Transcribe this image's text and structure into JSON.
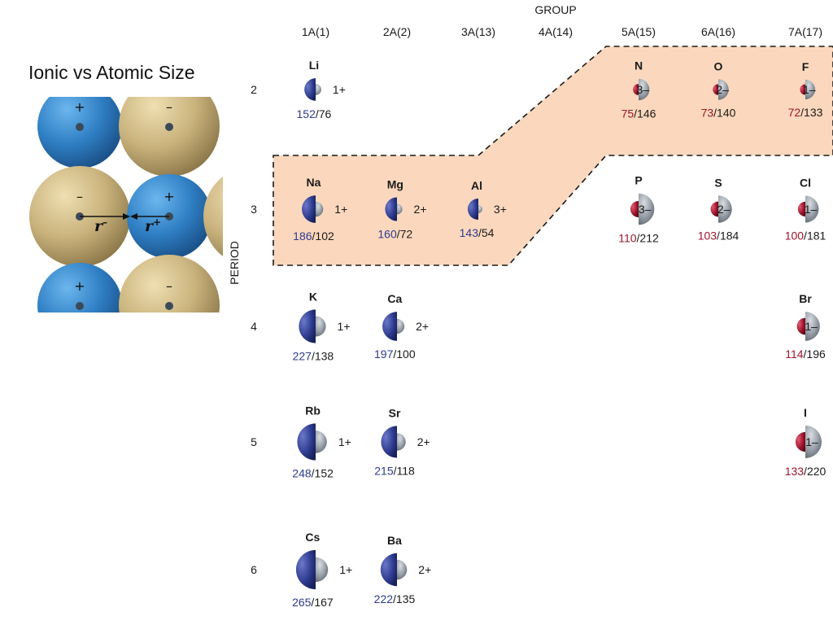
{
  "title": "Ionic vs Atomic Size",
  "figure": {
    "group_axis_title": "GROUP",
    "period_axis_title": "PERIOD",
    "groups": [
      "1A(1)",
      "2A(2)",
      "3A(13)",
      "4A(14)",
      "5A(15)",
      "6A(16)",
      "7A(17)"
    ],
    "periods": [
      "2",
      "3",
      "4",
      "5",
      "6"
    ],
    "elements": [
      {
        "symbol": "Li",
        "group": 1,
        "period": 2,
        "atomic": 152,
        "ionic": 76,
        "charge": "1+",
        "type": "cation"
      },
      {
        "symbol": "Na",
        "group": 1,
        "period": 3,
        "atomic": 186,
        "ionic": 102,
        "charge": "1+",
        "type": "cation"
      },
      {
        "symbol": "K",
        "group": 1,
        "period": 4,
        "atomic": 227,
        "ionic": 138,
        "charge": "1+",
        "type": "cation"
      },
      {
        "symbol": "Rb",
        "group": 1,
        "period": 5,
        "atomic": 248,
        "ionic": 152,
        "charge": "1+",
        "type": "cation"
      },
      {
        "symbol": "Cs",
        "group": 1,
        "period": 6,
        "atomic": 265,
        "ionic": 167,
        "charge": "1+",
        "type": "cation"
      },
      {
        "symbol": "Mg",
        "group": 2,
        "period": 3,
        "atomic": 160,
        "ionic": 72,
        "charge": "2+",
        "type": "cation"
      },
      {
        "symbol": "Ca",
        "group": 2,
        "period": 4,
        "atomic": 197,
        "ionic": 100,
        "charge": "2+",
        "type": "cation"
      },
      {
        "symbol": "Sr",
        "group": 2,
        "period": 5,
        "atomic": 215,
        "ionic": 118,
        "charge": "2+",
        "type": "cation"
      },
      {
        "symbol": "Ba",
        "group": 2,
        "period": 6,
        "atomic": 222,
        "ionic": 135,
        "charge": "2+",
        "type": "cation"
      },
      {
        "symbol": "Al",
        "group": 3,
        "period": 3,
        "atomic": 143,
        "ionic": 54,
        "charge": "3+",
        "type": "cation"
      },
      {
        "symbol": "N",
        "group": 5,
        "period": 2,
        "atomic": 75,
        "ionic": 146,
        "charge": "3–",
        "type": "anion"
      },
      {
        "symbol": "P",
        "group": 5,
        "period": 3,
        "atomic": 110,
        "ionic": 212,
        "charge": "3–",
        "type": "anion"
      },
      {
        "symbol": "O",
        "group": 6,
        "period": 2,
        "atomic": 73,
        "ionic": 140,
        "charge": "2–",
        "type": "anion"
      },
      {
        "symbol": "S",
        "group": 6,
        "period": 3,
        "atomic": 103,
        "ionic": 184,
        "charge": "2–",
        "type": "anion"
      },
      {
        "symbol": "F",
        "group": 7,
        "period": 2,
        "atomic": 72,
        "ionic": 133,
        "charge": "1–",
        "type": "anion"
      },
      {
        "symbol": "Cl",
        "group": 7,
        "period": 3,
        "atomic": 100,
        "ionic": 181,
        "charge": "1–",
        "type": "anion"
      },
      {
        "symbol": "Br",
        "group": 7,
        "period": 4,
        "atomic": 114,
        "ionic": 196,
        "charge": "1–",
        "type": "anion"
      },
      {
        "symbol": "I",
        "group": 7,
        "period": 5,
        "atomic": 133,
        "ionic": 220,
        "charge": "1–",
        "type": "anion"
      }
    ]
  },
  "lattice": {
    "ion_signs": [
      "+",
      "–",
      "–",
      "+",
      "+",
      "–"
    ],
    "r_minus_label": "r",
    "r_minus_sup": "–",
    "r_plus_label": "r",
    "r_plus_sup": "+",
    "colors": {
      "cation": "#2f7fc4",
      "anion": "#c9b27c"
    }
  },
  "colors": {
    "atom_cation": "#2e3b8f",
    "atom_anion": "#a0162c",
    "ion_gray": "#8c939c",
    "highlight_fill": "#fbd8bd"
  }
}
